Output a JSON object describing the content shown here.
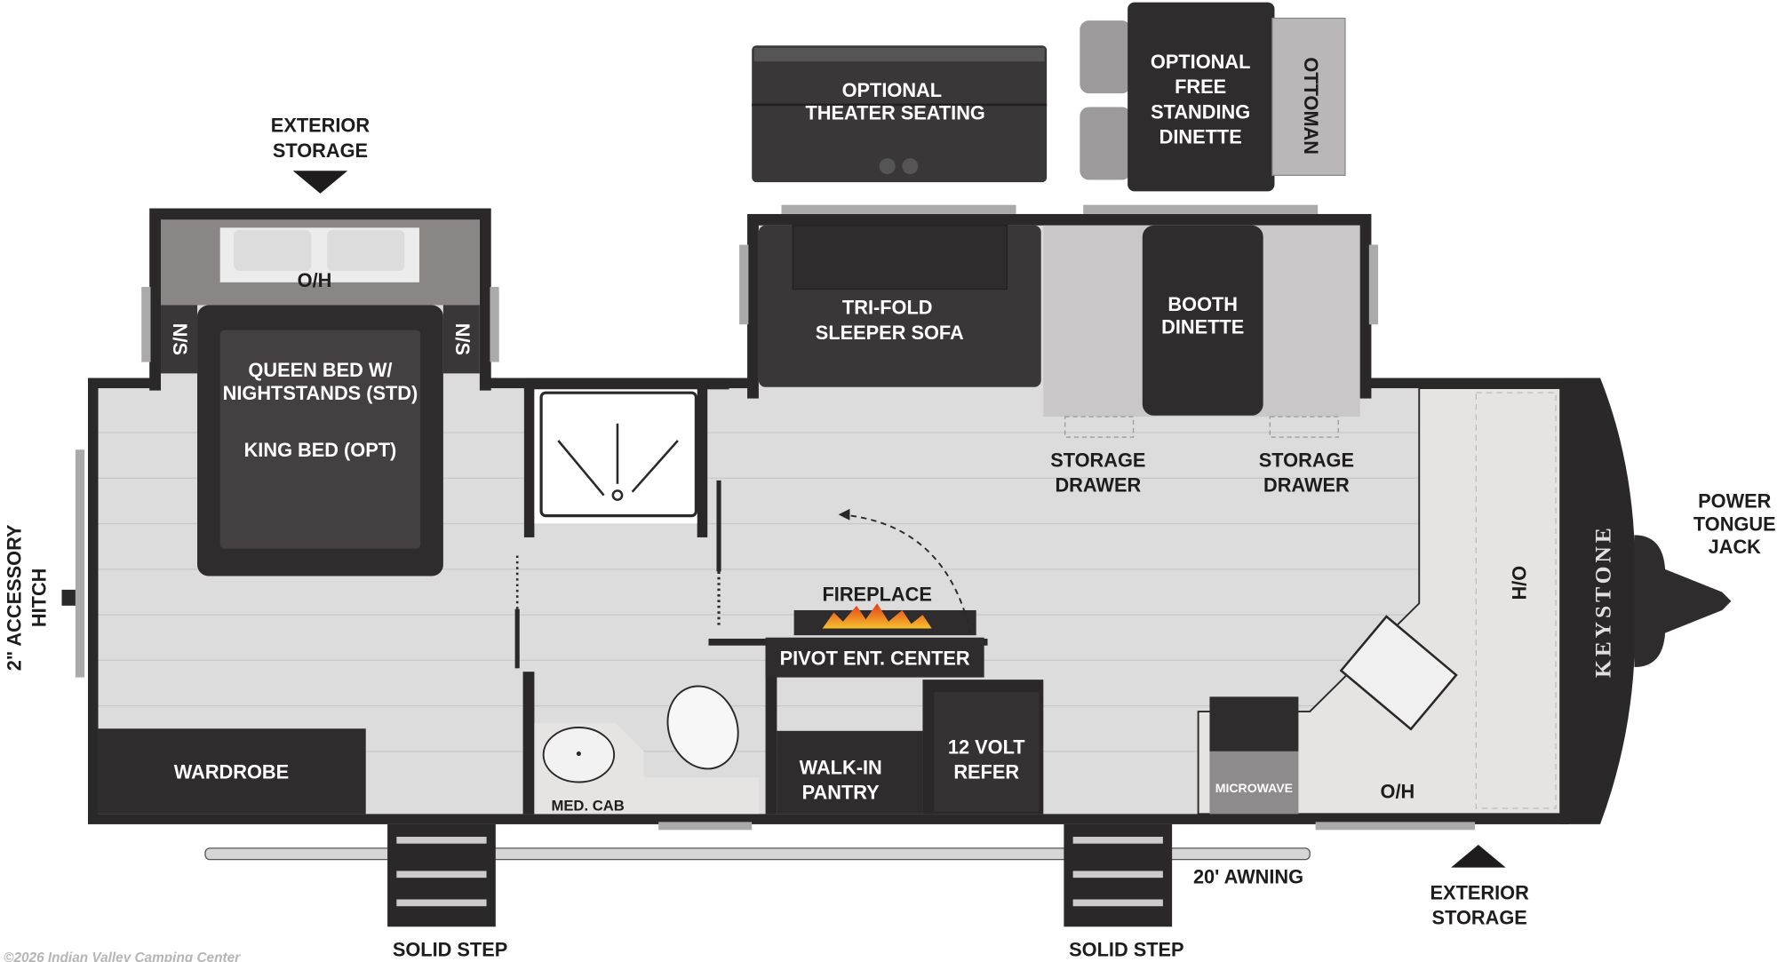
{
  "colors": {
    "wall": "#2b2829",
    "floor": "#dcdcdc",
    "furniture": "#3a3738",
    "counter": "#e6e4e3",
    "text": "#1e1c1d"
  },
  "labels": {
    "exterior_storage_top": [
      "EXTERIOR",
      "STORAGE"
    ],
    "theater_seating": [
      "OPTIONAL",
      "THEATER SEATING"
    ],
    "free_dinette": [
      "OPTIONAL",
      "FREE",
      "STANDING",
      "DINETTE"
    ],
    "ottoman": "OTTOMAN",
    "bedroom_oh": "O/H",
    "nightstand_left": "N/S",
    "nightstand_right": "N/S",
    "bed": [
      "QUEEN BED W/",
      "NIGHTSTANDS (STD)",
      "KING BED (OPT)"
    ],
    "sofa": [
      "TRI-FOLD",
      "SLEEPER SOFA"
    ],
    "booth_dinette": [
      "BOOTH",
      "DINETTE"
    ],
    "storage_drawer_1": [
      "STORAGE",
      "DRAWER"
    ],
    "storage_drawer_2": [
      "STORAGE",
      "DRAWER"
    ],
    "power_jack": [
      "POWER",
      "TONGUE",
      "JACK"
    ],
    "hitch": [
      "2\" ACCESSORY",
      "HITCH"
    ],
    "fireplace": "FIREPLACE",
    "pivot_ent_center": "PIVOT ENT. CENTER",
    "kitchen_ho": "H/O",
    "brand": "KEYSTONE",
    "microwave": "MICROWAVE",
    "kitchen_oh": "O/H",
    "wardrobe": "WARDROBE",
    "med_cab": "MED. CAB",
    "pantry": [
      "WALK-IN",
      "PANTRY"
    ],
    "refer": [
      "12 VOLT",
      "REFER"
    ],
    "awning": "20' AWNING",
    "solid_step_1": "SOLID STEP",
    "solid_step_2": "SOLID STEP",
    "exterior_storage_bottom": [
      "EXTERIOR",
      "STORAGE"
    ]
  },
  "copyright": "©2026 Indian Valley Camping Center"
}
